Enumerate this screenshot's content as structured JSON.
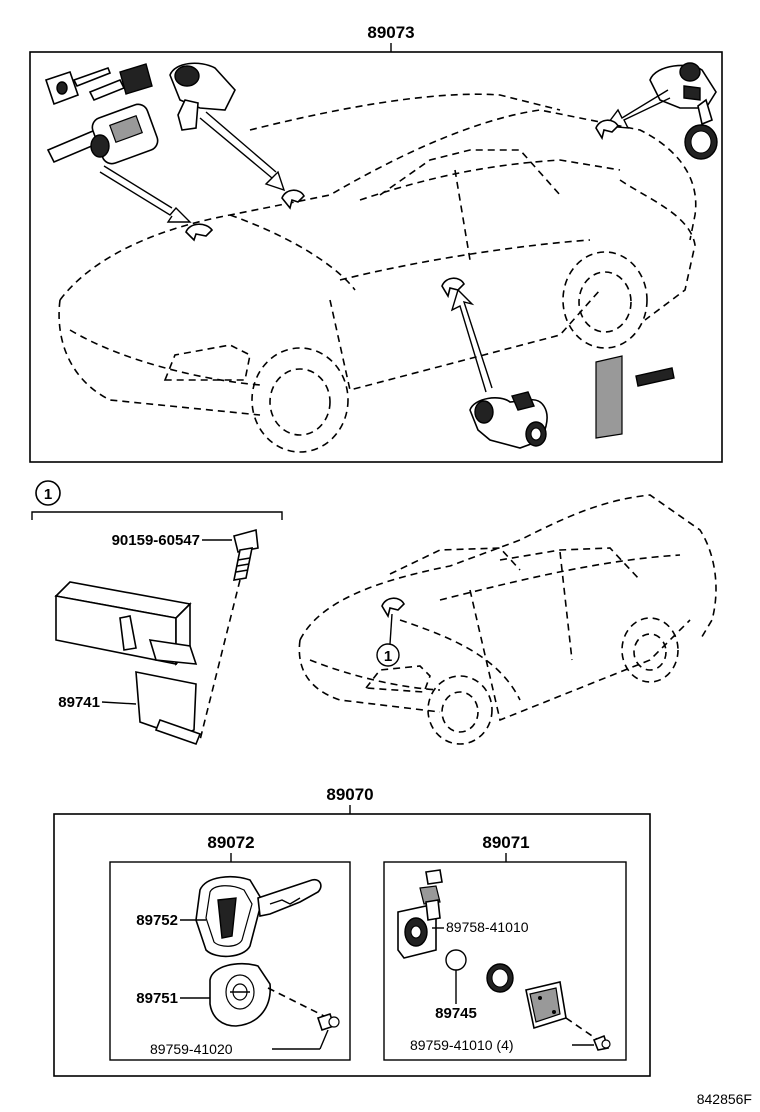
{
  "diagram": {
    "top_assembly": {
      "part_no": "89073"
    },
    "callout": {
      "ref": "1"
    },
    "computer_group": {
      "bolt_part_no": "90159-60547",
      "computer_part_no": "89741",
      "car_callout_ref": "1"
    },
    "transmitter_assembly": {
      "part_no": "89070",
      "key_set": {
        "part_no": "89072",
        "parts": [
          "89752",
          "89751",
          "89759-41020"
        ]
      },
      "transmitter_set": {
        "part_no": "89071",
        "parts": [
          "89758-41010",
          "89745",
          "89759-41010 (4)"
        ]
      }
    },
    "drawing_code": "842856F"
  }
}
